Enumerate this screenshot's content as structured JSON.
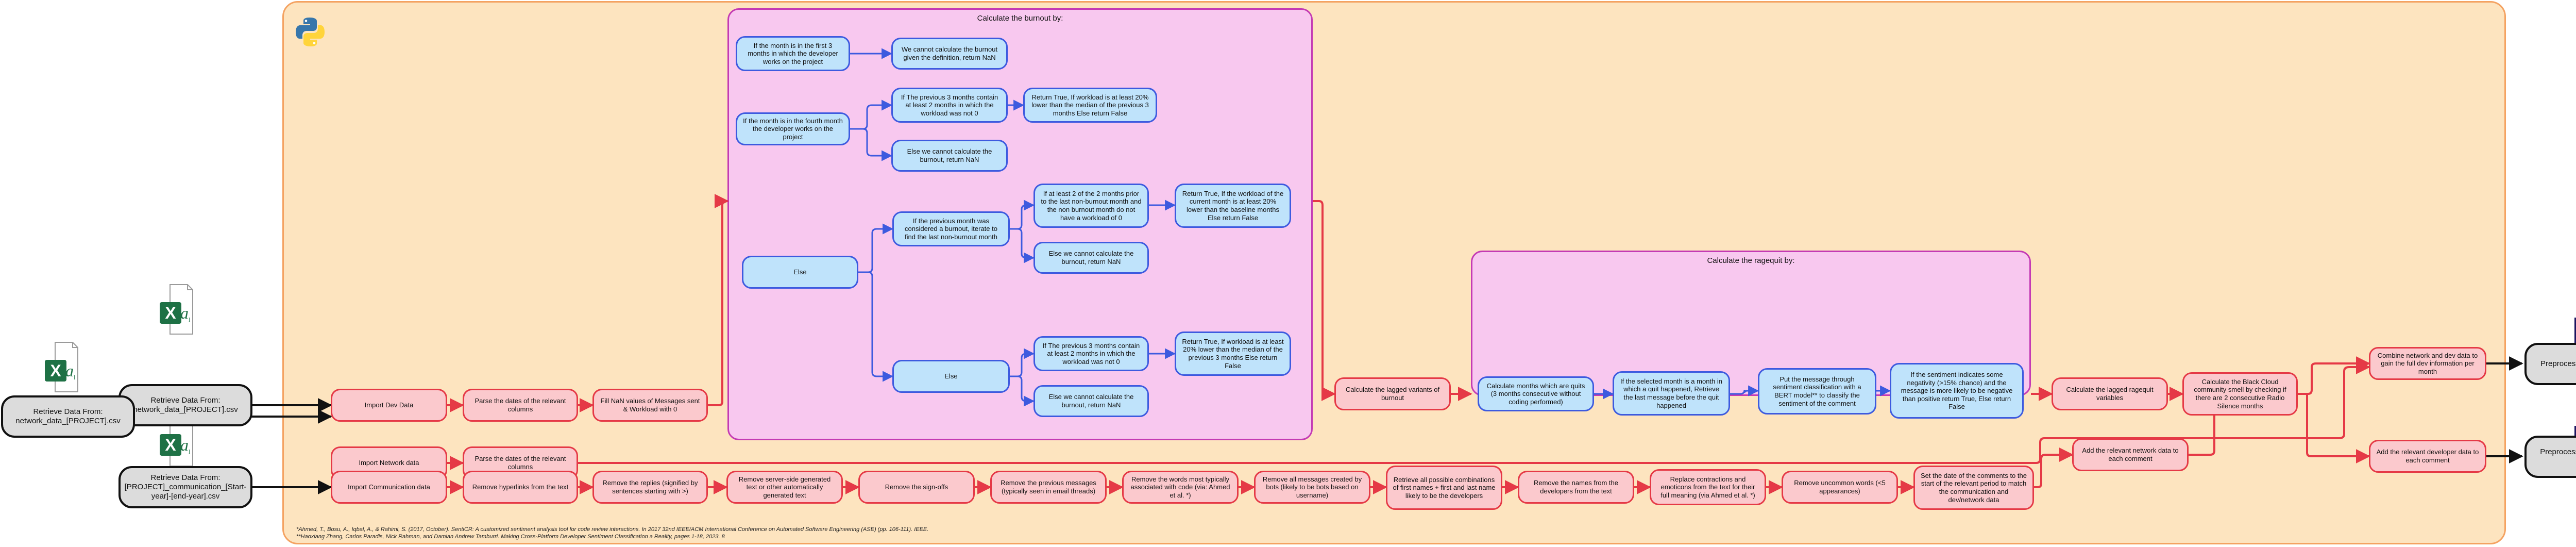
{
  "panels": {
    "burnout_title": "Calculate the burnout by:",
    "ragequit_title": "Calculate the ragequit by:"
  },
  "sources": {
    "dev": "Retrieve Data From: network_data_[PROJECT].csv",
    "network": "Retrieve Data From: network_data_[PROJECT].csv",
    "comm": "Retrieve Data From: [PROJECT]_communication_[Start-year]-[end-year].csv"
  },
  "outputs": {
    "dev": "Preprocessed developer data",
    "comm": "Preprocessed communication data"
  },
  "row1": {
    "import_dev": "Import Dev Data",
    "parse_dates": "Parse the dates of the relevant columns",
    "fill_nan": "Fill NaN values of Messages sent & Workload with 0"
  },
  "row2": {
    "import_network": "Import Network data",
    "parse_dates": "Parse the dates of the relevant columns"
  },
  "row3": {
    "import_comm": "Import Communication data",
    "remove_hyperlinks": "Remove hyperlinks from the text",
    "remove_replies": "Remove the replies (signified by sentences starting with >)",
    "remove_server": "Remove server-side generated text or other automatically generated text",
    "remove_signoffs": "Remove the sign-offs",
    "remove_previous": "Remove the previous messages (typically seen in email threads)",
    "remove_words": "Remove the words most typically associated with code (via: Ahmed et al. *)",
    "remove_messages": "Remove all messages created by bots (likely to be bots based on username)",
    "retrieve_combinations": "Retrieve all possible combinations of first names + first and last name likely to be the developers",
    "remove_names": "Remove the names from the developers from the text",
    "replace_contractions": "Replace contractions and emoticons from the text for their full meaning (via Ahmed et al. *)",
    "remove_uncommon": "Remove uncommon words (<5 appearances)",
    "set_date": "Set the date of the comments to the start of the relevant period to match the communication and dev/network data"
  },
  "burnout": {
    "c1": "If the month is in the first 3 months in which the developer works on the project",
    "c1_result": "We cannot calculate the burnout given the definition, return NaN",
    "c2": "If the month is in the fourth month the developer works on the project",
    "c2_if": "If The previous 3 months contain at least 2 months in which the workload was not 0",
    "c2_if_result": "Return True, If workload is at least 20% lower than the median of the previous 3 months Else return False",
    "c2_else": "Else we cannot calculate the burnout, return NaN",
    "else": "Else",
    "else_if": "If the previous month was considered a burnout, iterate to find the last non-burnout month",
    "else_if_if": "If at least 2 of the 2 months prior to the last non-burnout month and the non burnout month do not have a workload of 0",
    "else_if_if_result": "Return True, If the workload of the current month is at least 20% lower than the baseline months Else return False",
    "else_if_else": "Else we cannot calculate the burnout, return NaN",
    "else_else": "Else",
    "else_else_if": "If The previous 3 months contain at least 2 months in which the workload was not 0",
    "else_else_if_result": "Return True, If workload is at least 20% lower than the median of the previous 3 months Else return False",
    "else_else_else": "Else we cannot calculate the burnout, return NaN"
  },
  "ragequit": {
    "lagged_burnout": "Calculate the lagged variants of burnout",
    "calc_months": "Calculate months which are quits (3 months consecutive without coding performed)",
    "if_selected": "If the selected month is a month in which a quit happened, Retrieve the last message before the quit happened",
    "put_message": "Put the message through sentiment classification with a BERT model** to classify the sentiment of the comment",
    "if_sentiment": "If the sentiment indicates some negativity (>15% chance) and the message is more likely to be negative than positive return True, Else return False",
    "lagged_ragequit": "Calculate the lagged ragequit variables",
    "black_cloud": "Calculate the Black Cloud community smell by checking if there are 2 consecutive Radio Silence months",
    "combine": "Combine network and dev data to gain the full dev information per month",
    "add_network": "Add the relevant network data to each comment",
    "add_developer": "Add the relevant developer data to each comment"
  },
  "footnotes": {
    "line1": "*Ahmed, T., Bosu, A., Iqbal, A., & Rahimi, S. (2017, October). SentiCR: A customized sentiment analysis tool for code review interactions. In 2017 32nd IEEE/ACM International Conference on Automated Software Engineering (ASE) (pp. 106-111). IEEE.",
    "line2": "**Haoxiang Zhang, Carlos Paradis, Nick Rahman, and Damian Andrew Tamburri. Making Cross-Platform Developer Sentiment Classification a Reality, pages 1-18, 2023. 8"
  },
  "icons": {
    "excel": "excel-file-icon",
    "python": "python-logo-icon",
    "app": "pipeline-logo-icon"
  },
  "colors": {
    "frame_fill": "#fde4bf",
    "frame_border": "#f4a261",
    "panel_fill": "#f8c8ef",
    "panel_border": "#c43ab4",
    "red_node": "#fbc9cd",
    "red_border": "#e53946",
    "blue_node": "#bfe3fb",
    "blue_border": "#3d5adf",
    "excel_green": "#1e7145",
    "logo_navy": "#1b1560",
    "logo_pink": "#d94a9b"
  }
}
